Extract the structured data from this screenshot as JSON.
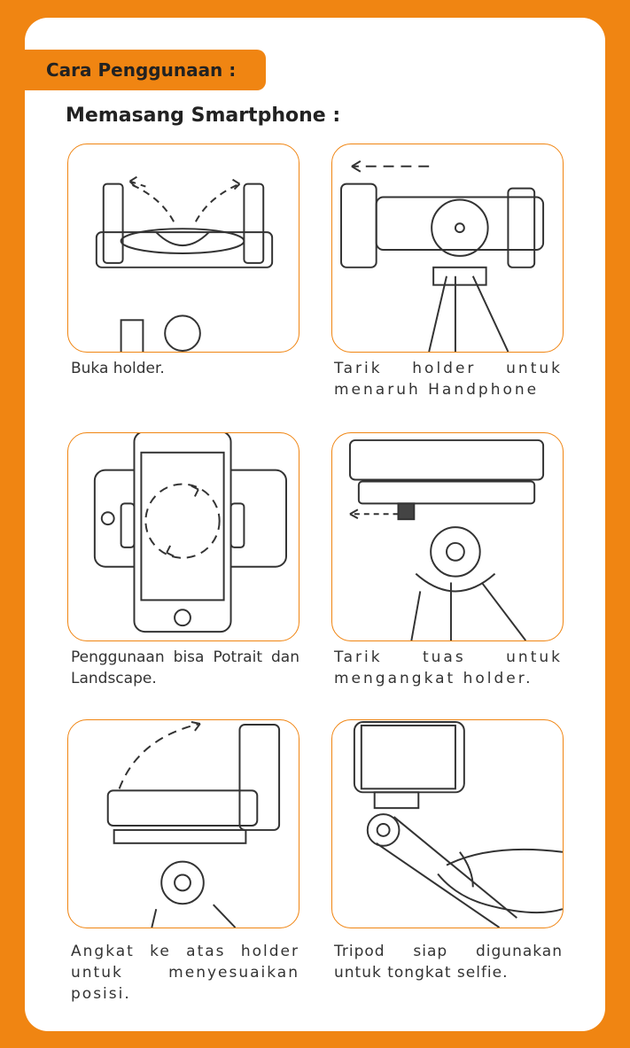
{
  "header": {
    "section_tag": "Cara Penggunaan :",
    "subtitle": "Memasang Smartphone :"
  },
  "steps": [
    {
      "caption": "Buka holder.",
      "illustration": "holder-open-illustration"
    },
    {
      "caption": "Tarik holder untuk menaruh Handphone",
      "illustration": "holder-pull-illustration"
    },
    {
      "caption": "Penggunaan bisa Potrait dan Landscape.",
      "illustration": "phone-rotate-illustration"
    },
    {
      "caption": "Tarik tuas untuk mengangkat holder.",
      "illustration": "lever-pull-illustration"
    },
    {
      "caption": "Angkat ke atas holder untuk menyesuaikan posisi.",
      "illustration": "holder-lift-illustration"
    },
    {
      "caption": "Tripod siap digunakan untuk tongkat selfie.",
      "illustration": "selfie-stick-illustration"
    }
  ],
  "colors": {
    "accent": "#f08512",
    "text": "#222222",
    "background": "#ffffff"
  }
}
